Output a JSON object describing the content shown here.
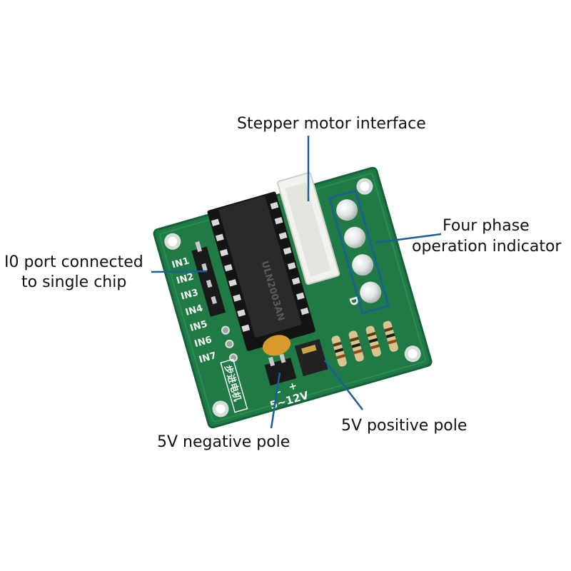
{
  "annotations": {
    "stepper_motor_interface": "Stepper motor interface",
    "four_phase_line1": "Four phase",
    "four_phase_line2": "operation indicator",
    "io_port_line1": "I0 port connected",
    "io_port_line2": "to single chip",
    "negative_pole": "5V negative pole",
    "positive_pole": "5V positive pole"
  },
  "board": {
    "input_labels": [
      "IN1",
      "IN2",
      "IN3",
      "IN4",
      "IN5",
      "IN6",
      "IN7"
    ],
    "voltage_label": "5~12V",
    "polarity_minus": "-",
    "polarity_plus": "+",
    "led_label": "D",
    "module_name": "步进电机",
    "chip_marking": "ULN2003AN"
  },
  "colors": {
    "pcb": "#1f7a45",
    "callout_line": "#1b5e9c",
    "chip": "#2a2a2c",
    "connector": "#f1f1ee"
  }
}
